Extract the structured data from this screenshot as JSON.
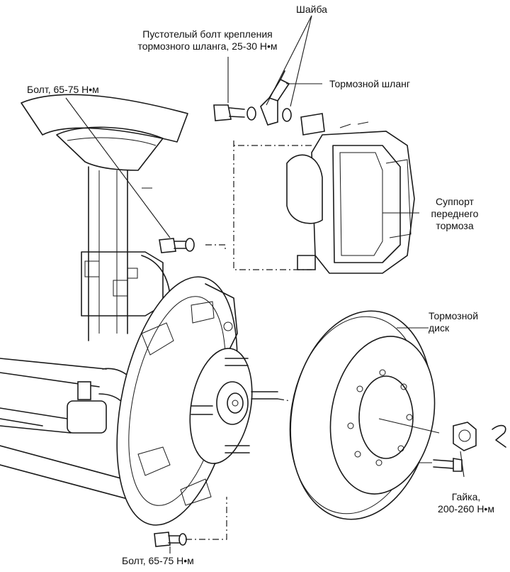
{
  "labels": {
    "washer": "Шайба",
    "hollow_bolt": [
      "Пустотелый болт крепления",
      "тормозного шланга, 25-30 Н•м"
    ],
    "brake_hose": "Тормозной шланг",
    "bolt_top": "Болт, 65-75 Н•м",
    "caliper": [
      "Суппорт",
      "переднего",
      "тормоза"
    ],
    "brake_disc": [
      "Тормозной",
      "диск"
    ],
    "nut": [
      "Гайка,",
      "200-260 Н•м"
    ],
    "bolt_bottom": "Болт, 65-75 Н•м"
  }
}
